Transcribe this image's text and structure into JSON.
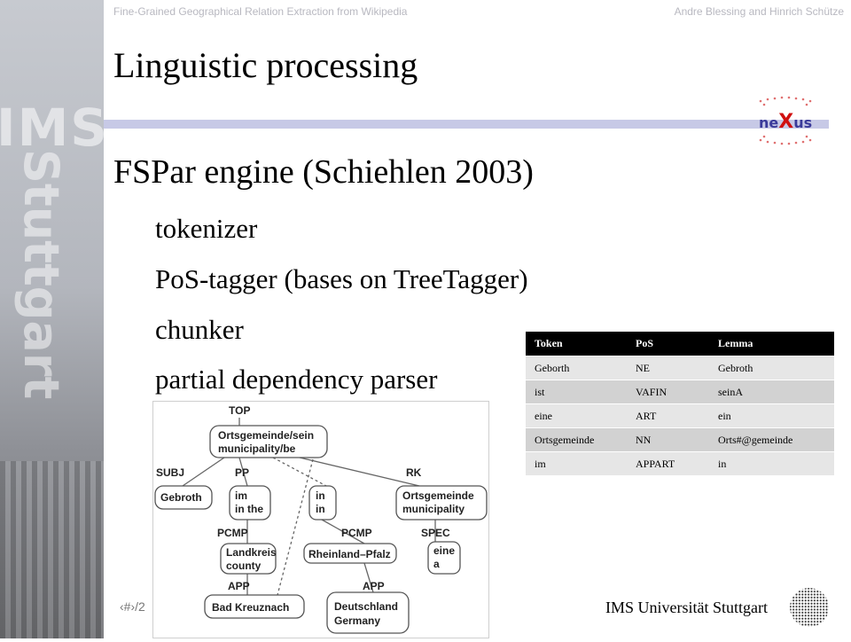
{
  "header": {
    "left": "Fine-Grained Geographical Relation Extraction from Wikipedia",
    "right": "Andre Blessing and Hinrich Schütze"
  },
  "sidebar": {
    "watermark_top": "IMS",
    "watermark_side": "Stuttgart"
  },
  "slide": {
    "title": "Linguistic processing",
    "heading": "FSPar engine (Schiehlen 2003)",
    "items": [
      "tokenizer",
      "PoS-tagger (bases on TreeTagger)",
      "chunker",
      "partial dependency parser"
    ]
  },
  "logo_nexus": {
    "letters": [
      "n",
      "e",
      "X",
      "u",
      "s"
    ]
  },
  "table": {
    "headers": [
      "Token",
      "PoS",
      "Lemma"
    ],
    "rows": [
      [
        "Geborth",
        "NE",
        "Gebroth"
      ],
      [
        "ist",
        "VAFIN",
        "seinA"
      ],
      [
        "eine",
        "ART",
        "ein"
      ],
      [
        "Ortsgemeinde",
        "NN",
        "Orts#@gemeinde"
      ],
      [
        "im",
        "APPART",
        "in"
      ]
    ]
  },
  "tree": {
    "root_label": "TOP",
    "root_node": [
      "Ortsgemeinde/sein",
      "municipality/be"
    ],
    "edge_labels": {
      "subj": "SUBJ",
      "pp": "PP",
      "rk": "RK",
      "pcmp1": "PCMP",
      "pcmp2": "PCMP",
      "spec": "SPEC",
      "app1": "APP",
      "app2": "APP"
    },
    "nodes": {
      "gebroth": [
        "Gebroth"
      ],
      "im_in_the": [
        "im",
        "in the"
      ],
      "in_in": [
        "in",
        "in"
      ],
      "ortsgemeinde_municipality": [
        "Ortsgemeinde",
        "municipality"
      ],
      "landkreis": [
        "Landkreis",
        "county"
      ],
      "rheinland": [
        "Rheinland–Pfalz"
      ],
      "eine_a": [
        "eine",
        "a"
      ],
      "bad_kreuznach": [
        "Bad Kreuznach"
      ],
      "deutschland": [
        "Deutschland",
        "Germany"
      ]
    }
  },
  "footer": {
    "page_number": "‹#›/2",
    "university": "IMS Universität Stuttgart"
  }
}
